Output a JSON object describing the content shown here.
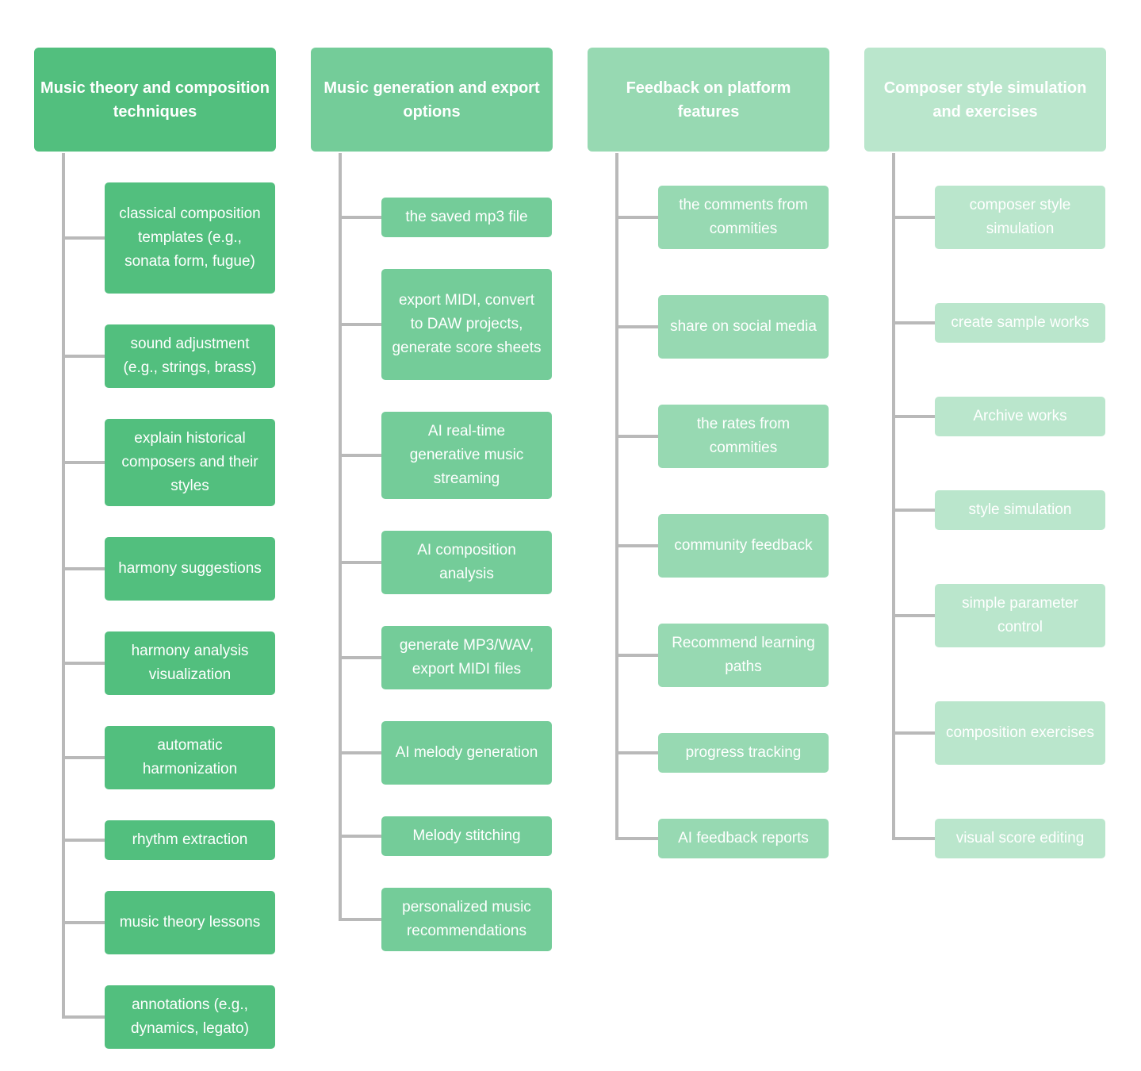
{
  "columns": [
    {
      "title": "Music theory and composition techniques",
      "color": "#52bf7e",
      "items": [
        {
          "label": "classical composition templates (e.g., sonata form, fugue)"
        },
        {
          "label": "sound adjustment (e.g., strings, brass)"
        },
        {
          "label": "explain historical composers and their styles"
        },
        {
          "label": "harmony suggestions"
        },
        {
          "label": "harmony analysis visualization"
        },
        {
          "label": "automatic harmonization"
        },
        {
          "label": "rhythm extraction"
        },
        {
          "label": "music theory lessons"
        },
        {
          "label": "annotations (e.g., dynamics, legato)"
        }
      ]
    },
    {
      "title": "Music generation and export options",
      "color": "#74cc99",
      "items": [
        {
          "label": "the saved mp3 file"
        },
        {
          "label": "export MIDI, convert to DAW projects, generate score sheets"
        },
        {
          "label": "AI real-time generative music streaming"
        },
        {
          "label": "AI composition analysis"
        },
        {
          "label": "generate MP3/WAV, export MIDI files"
        },
        {
          "label": "AI melody generation"
        },
        {
          "label": "Melody stitching"
        },
        {
          "label": "personalized music recommendations"
        }
      ]
    },
    {
      "title": "Feedback on platform features",
      "color": "#97d9b2",
      "items": [
        {
          "label": "the comments from commities"
        },
        {
          "label": "share on social media"
        },
        {
          "label": "the rates from commities"
        },
        {
          "label": "community feedback"
        },
        {
          "label": "Recommend learning paths"
        },
        {
          "label": "progress tracking"
        },
        {
          "label": "AI feedback reports"
        }
      ]
    },
    {
      "title": "Composer style simulation and exercises",
      "color": "#bae6cc",
      "items": [
        {
          "label": "composer style simulation"
        },
        {
          "label": "create sample works"
        },
        {
          "label": "Archive works"
        },
        {
          "label": "style simulation"
        },
        {
          "label": "simple parameter control"
        },
        {
          "label": "composition exercises"
        },
        {
          "label": "visual score editing"
        }
      ]
    }
  ]
}
